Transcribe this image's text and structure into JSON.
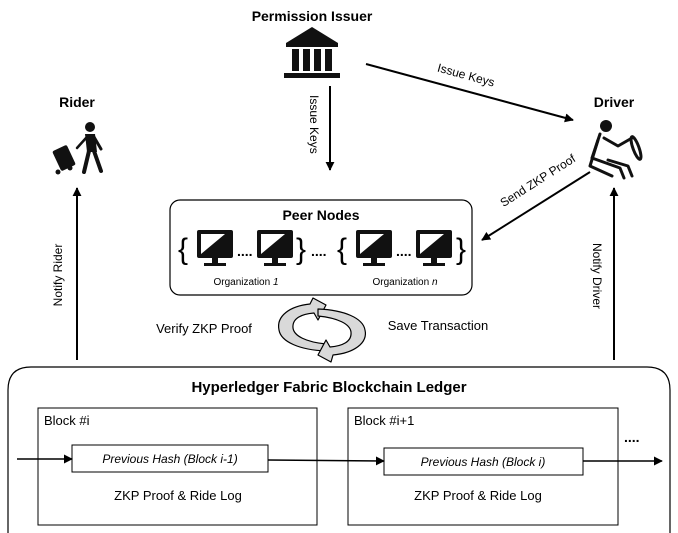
{
  "actors": {
    "issuer": {
      "label": "Permission Issuer",
      "icon": "bank-building-icon"
    },
    "rider": {
      "label": "Rider",
      "icon": "traveler-with-luggage-icon"
    },
    "driver": {
      "label": "Driver",
      "icon": "car-driver-icon"
    }
  },
  "arrows": {
    "issue_keys_down": "Issue Keys",
    "issue_keys_driver": "Issue Keys",
    "send_zkp_proof": "Send ZKP Proof",
    "notify_rider": "Notify Rider",
    "notify_driver": "Notify Driver"
  },
  "peer_nodes": {
    "title": "Peer Nodes",
    "org1_label": "Organization ",
    "org1_num": "1",
    "orgn_label": "Organization ",
    "orgn_num": "n",
    "ellipsis": "....",
    "brace_open": "{",
    "brace_close": "}",
    "icon": "computer-monitor-icon"
  },
  "cycle": {
    "left_label": "Verify ZKP Proof",
    "right_label": "Save Transaction"
  },
  "ledger": {
    "title": "Hyperledger Fabric Blockchain Ledger",
    "blocks": [
      {
        "label": "Block #i",
        "hash": "Previous Hash (Block i-1)",
        "content": "ZKP Proof & Ride Log"
      },
      {
        "label": "Block #i+1",
        "hash": "Previous Hash (Block i)",
        "content": "ZKP Proof & Ride Log"
      }
    ],
    "more": "...."
  },
  "colors": {
    "stroke": "#000000",
    "fill": "#ffffff",
    "cycle_gray": "#d9d9d9"
  }
}
